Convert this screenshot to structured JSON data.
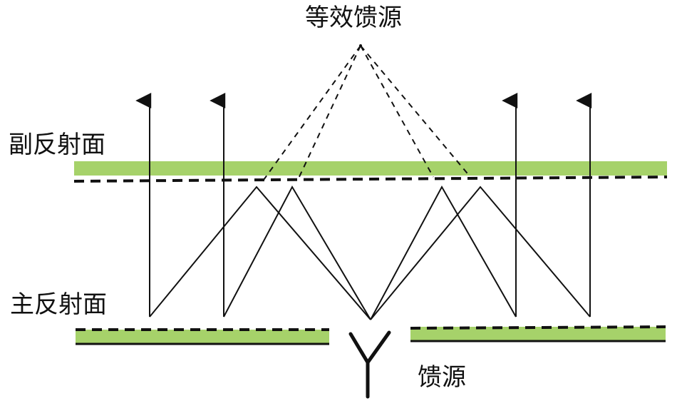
{
  "labels": {
    "equivalent_feed": "等效馈源",
    "sub_reflector": "副反射面",
    "main_reflector": "主反射面",
    "feed": "馈源"
  },
  "colors": {
    "reflector_fill": "#a6d26a",
    "line": "#111111",
    "background": "#ffffff"
  }
}
